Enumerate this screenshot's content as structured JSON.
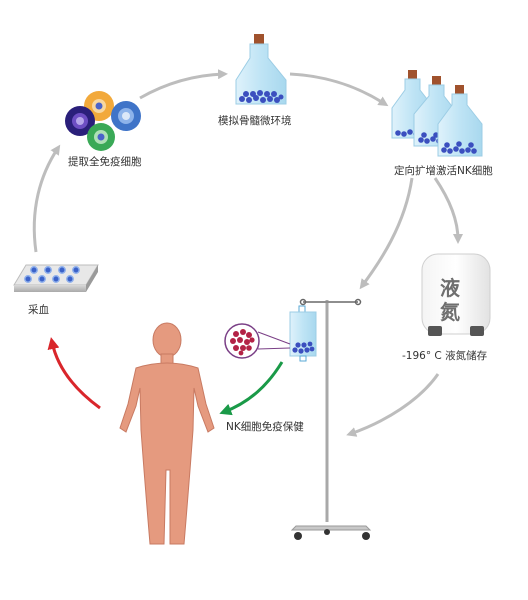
{
  "labels": {
    "extract": "提取全免疫细胞",
    "bone_marrow": "模拟骨髓微环境",
    "expand": "定向扩增激活NK细胞",
    "storage": "-196° C 液氮储存",
    "care": "NK细胞免疫保健",
    "blood": "采血"
  },
  "tank": {
    "line1": "液",
    "line2": "氮"
  },
  "colors": {
    "arrow_gray": "#bdbdbd",
    "arrow_red": "#d9262b",
    "arrow_green": "#1a9a48",
    "body": "#e59a7f"
  }
}
